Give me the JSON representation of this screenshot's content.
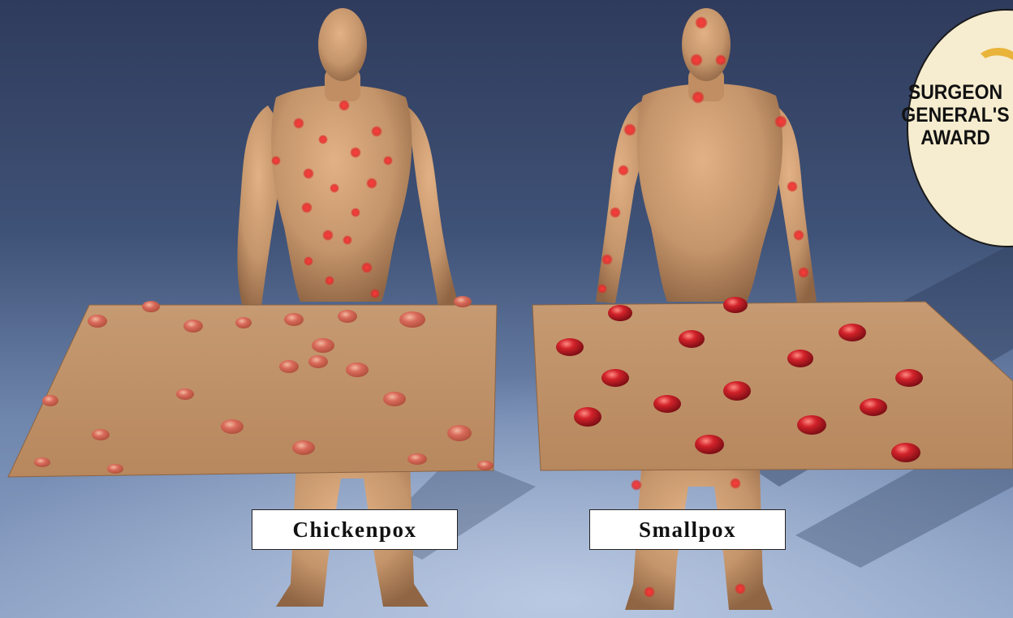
{
  "labels": {
    "chickenpox": "Chickenpox",
    "smallpox": "Smallpox"
  },
  "award": {
    "line1": "SURGEON",
    "line2": "GENERAL'S",
    "line3": "AWARD"
  },
  "colors": {
    "background_top": "#2f3b5c",
    "background_bottom": "#8ea3c6",
    "skin": "#c7976a",
    "pustule": "#c8242b",
    "badge_fill": "#f6eccf",
    "badge_accent": "#e9b43a"
  }
}
